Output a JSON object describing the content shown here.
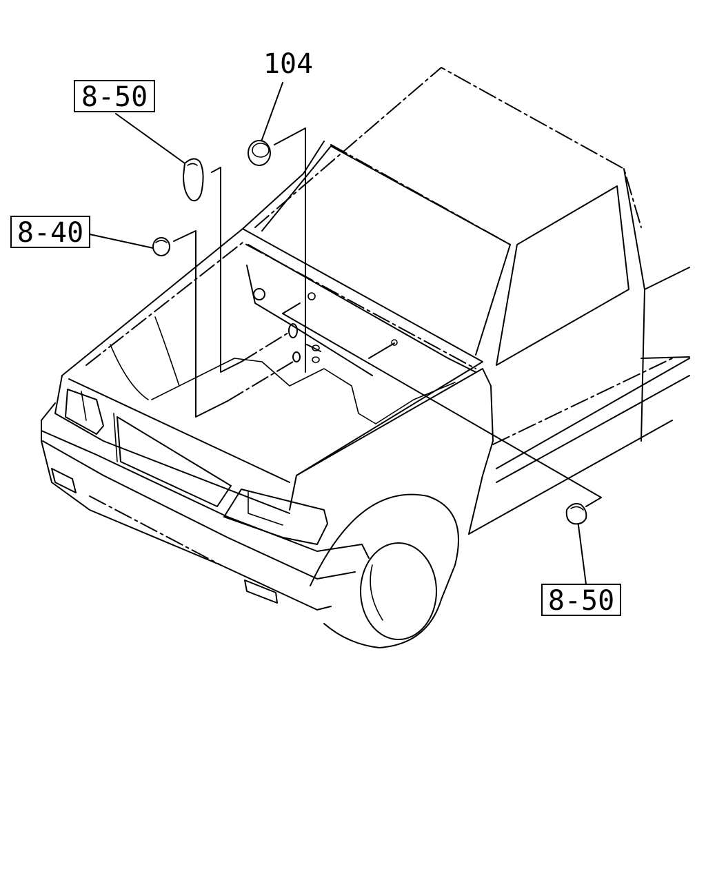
{
  "labels": {
    "top_left": "8-50",
    "middle_left": "8-40",
    "top_center": "104",
    "bottom_right": "8-50"
  }
}
